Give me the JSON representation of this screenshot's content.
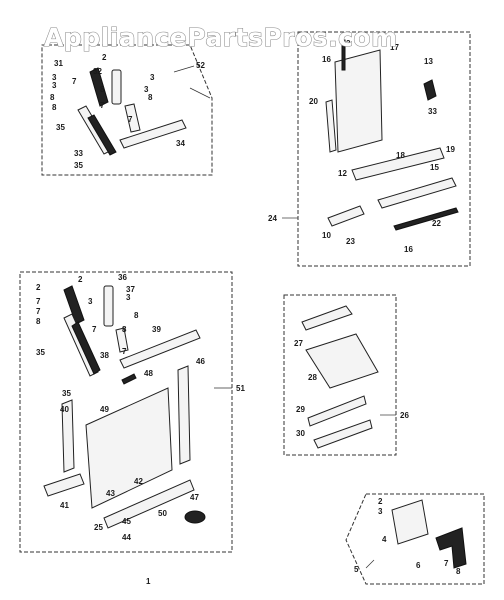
{
  "watermark": "AppliancePartsPros.com",
  "groups": {
    "top_left_ref": "52",
    "top_right_ref": "24",
    "bottom_left_ref": "51",
    "mid_right_ref": "26",
    "bottom_right_ref": "5"
  },
  "labels": {
    "tl": [
      "31",
      "2",
      "32",
      "3",
      "3",
      "7",
      "3",
      "8",
      "8",
      "8",
      "35",
      "7",
      "33",
      "7",
      "3",
      "8",
      "34",
      "35"
    ],
    "tr": [
      "2",
      "17",
      "16",
      "13",
      "20",
      "33",
      "12",
      "18",
      "19",
      "15",
      "24",
      "10",
      "23",
      "22",
      "16"
    ],
    "bl": [
      "2",
      "36",
      "2",
      "37",
      "7",
      "3",
      "3",
      "7",
      "8",
      "8",
      "39",
      "7",
      "8",
      "46",
      "35",
      "38",
      "7",
      "35",
      "48",
      "40",
      "49",
      "42",
      "41",
      "43",
      "50",
      "47",
      "25",
      "45",
      "44"
    ],
    "mr": [
      "27",
      "28",
      "29",
      "30"
    ],
    "br": [
      "2",
      "3",
      "4",
      "6",
      "7",
      "8"
    ]
  },
  "footer_mark": "1"
}
